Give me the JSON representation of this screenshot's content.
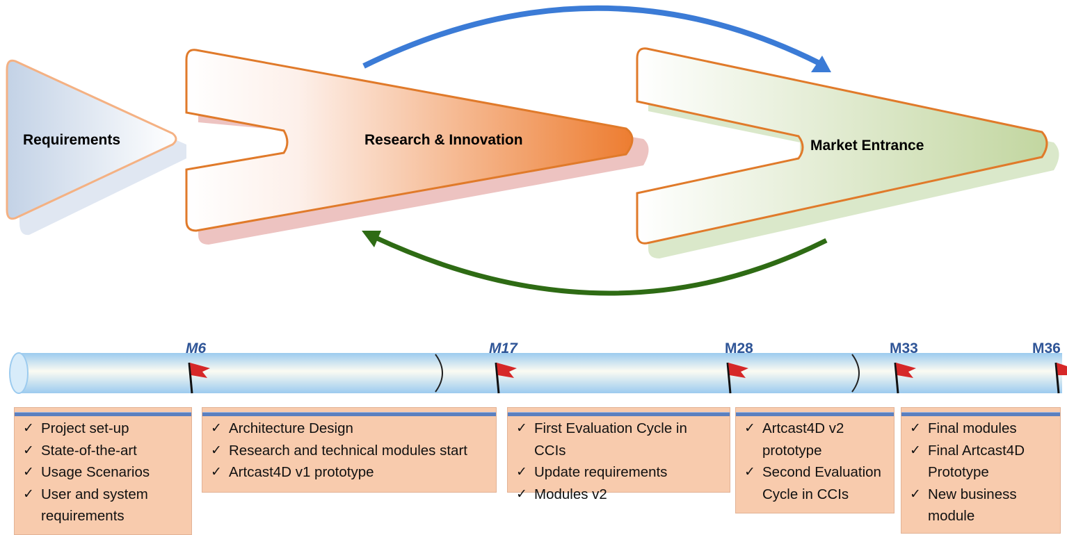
{
  "phases": [
    {
      "id": "requirements",
      "label": "Requirements"
    },
    {
      "id": "research",
      "label": "Research & Innovation"
    },
    {
      "id": "market",
      "label": "Market Entrance"
    }
  ],
  "milestones": [
    {
      "label": "M6"
    },
    {
      "label": "M17"
    },
    {
      "label": "M28"
    },
    {
      "label": "M33"
    },
    {
      "label": "M36"
    }
  ],
  "boxes": [
    {
      "items": [
        "Project set-up",
        "State-of-the-art",
        "Usage Scenarios",
        "User and system requirements"
      ]
    },
    {
      "items": [
        "Architecture Design",
        "Research and technical modules start",
        "Artcast4D v1 prototype"
      ]
    },
    {
      "items": [
        "First Evaluation Cycle in CCIs",
        "Update requirements",
        "Modules v2"
      ]
    },
    {
      "items": [
        "Artcast4D v2 prototype",
        "Second Evaluation Cycle in CCIs"
      ]
    },
    {
      "items": [
        "Final modules",
        "Final Artcast4D Prototype",
        "New business module"
      ]
    }
  ],
  "colors": {
    "requirements_fill": "#c9d6e8",
    "requirements_stroke": "#f4b183",
    "research_gradient_end": "#ed7d31",
    "market_gradient_end": "#c5d9a7",
    "outline_orange": "#e07a2a",
    "forward_arrow": "#3b7bd6",
    "feedback_arrow": "#2e6b14",
    "box_fill": "#f8cbad",
    "milestone_text": "#2f5597",
    "flag": "#d62828"
  },
  "icons": {
    "check": "✓",
    "flag": "milestone-flag-icon"
  }
}
